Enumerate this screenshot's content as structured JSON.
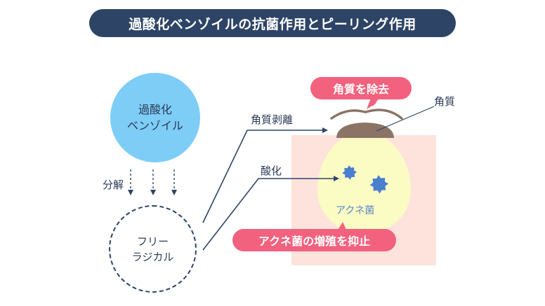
{
  "title": "過酸化ベンゾイルの抗菌作用とピーリング作用",
  "bpo": {
    "line1": "過酸化",
    "line2": "ベンゾイル"
  },
  "decompose_label": "分解",
  "radical": {
    "line1": "フリー",
    "line2": "ラジカル"
  },
  "peel_label": "角質剥離",
  "oxidation_label": "酸化",
  "callout_top": "角質を除去",
  "keratin_label": "角質",
  "acne_label": "アクネ菌",
  "callout_bottom": "アクネ菌の増殖を抑止",
  "colors": {
    "navy": "#2d4466",
    "bpo_circle": "#7dcdf7",
    "pink_pill": "#f2617d",
    "skin": "#fde3dc",
    "pore": "#fafcc4",
    "keratin": "#8b7466",
    "bacteria": "#4a7fd0"
  }
}
